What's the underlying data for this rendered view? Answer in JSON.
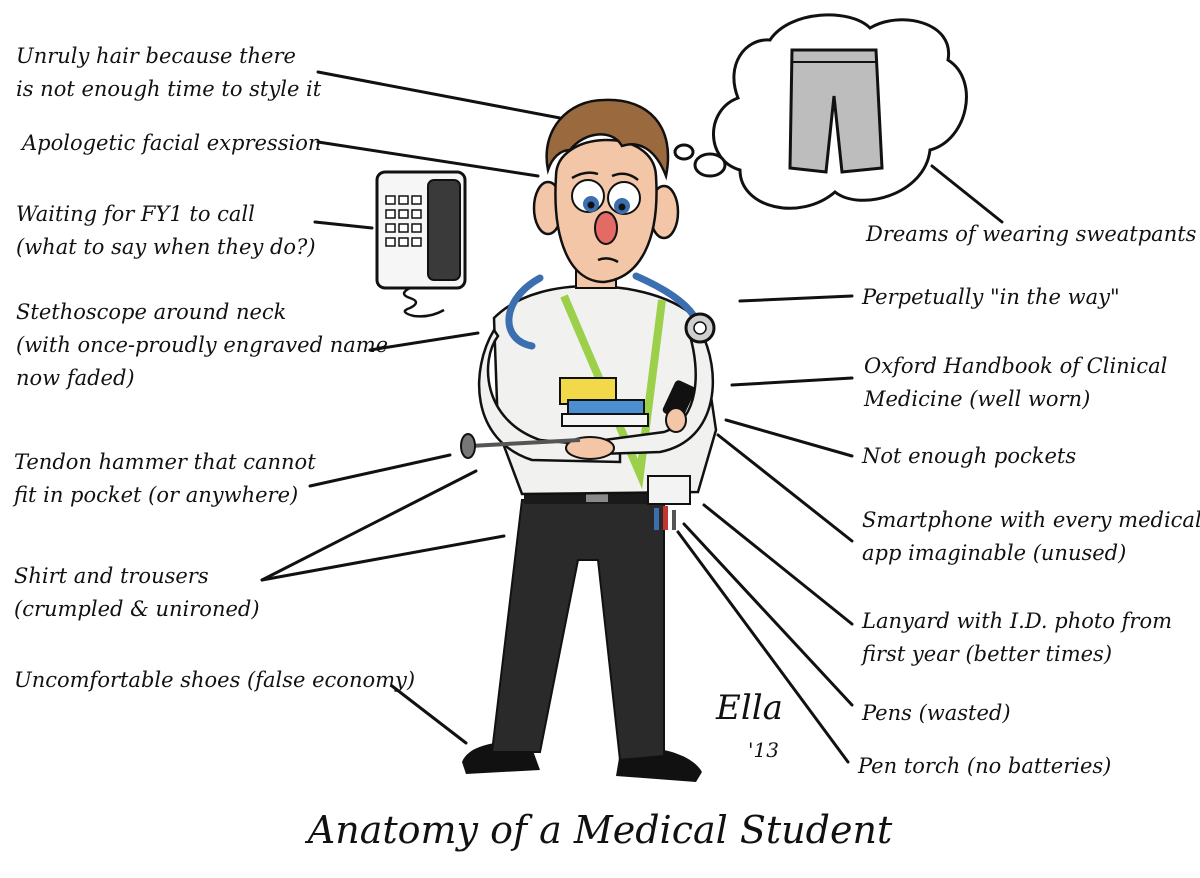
{
  "title": "Anatomy of a Medical Student",
  "signature": {
    "name": "Ella",
    "year": "'13"
  },
  "labels": {
    "hair": [
      "Unruly hair because there",
      "is not enough time to style it"
    ],
    "face": [
      "Apologetic facial expression"
    ],
    "phone_wait": [
      "Waiting for FY1 to call",
      "(what to say when they do?)"
    ],
    "stethoscope": [
      "Stethoscope around neck",
      "(with once-proudly engraved name",
      "now faded)"
    ],
    "hammer": [
      "Tendon hammer that cannot",
      "fit in pocket (or anywhere)"
    ],
    "shirt": [
      "Shirt and trousers",
      "(crumpled & unironed)"
    ],
    "shoes": [
      "Uncomfortable shoes (false economy)"
    ],
    "sweatpants": [
      "Dreams of wearing sweatpants"
    ],
    "in_the_way": [
      "Perpetually \"in the way\""
    ],
    "handbook": [
      "Oxford Handbook of Clinical",
      "Medicine (well worn)"
    ],
    "pockets": [
      "Not enough pockets"
    ],
    "smartphone": [
      "Smartphone with every medical",
      "app imaginable (unused)"
    ],
    "lanyard": [
      "Lanyard with I.D. photo from",
      "first year (better times)"
    ],
    "pens": [
      "Pens (wasted)"
    ],
    "torch": [
      "Pen torch (no batteries)"
    ]
  },
  "colors": {
    "ink": "#111111",
    "skin": "#f4c6a8",
    "hair": "#9a6a3e",
    "shirt": "#f1f1ef",
    "trousers": "#2a2a2a",
    "stethoscope": "#3b6fb0",
    "lanyard": "#9ccf4a",
    "book_yellow": "#f2d94a",
    "book_blue": "#4a8fd1"
  }
}
